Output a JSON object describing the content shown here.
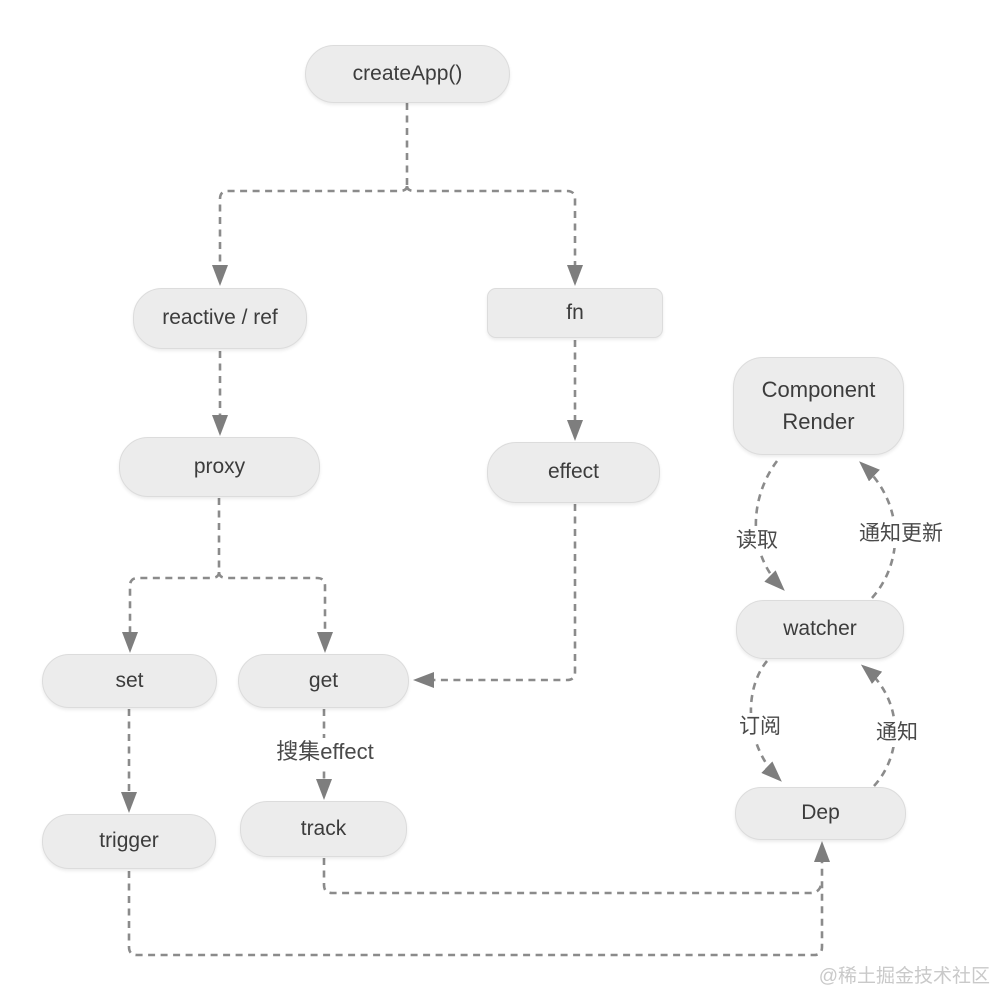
{
  "nodes": {
    "createapp": "createApp()",
    "reactive_ref": "reactive / ref",
    "fn": "fn",
    "proxy": "proxy",
    "effect": "effect",
    "component_render": "Component Render",
    "watcher": "watcher",
    "dep": "Dep",
    "set": "set",
    "get": "get",
    "trigger": "trigger",
    "track": "track"
  },
  "edge_labels": {
    "collect_effect": "搜集effect",
    "read": "读取",
    "notify_update": "通知更新",
    "subscribe": "订阅",
    "notify": "通知"
  },
  "watermark": "@稀土掘金技术社区",
  "colors": {
    "background": "#ffffff",
    "node_fill": "#ececec",
    "node_border": "#dcdcdc",
    "node_text": "#3c3c3c",
    "edge": "#8b8b8b",
    "arrow": "#7e7e7e",
    "label_text": "#4a4a4a",
    "watermark": "#c9c9c9"
  }
}
